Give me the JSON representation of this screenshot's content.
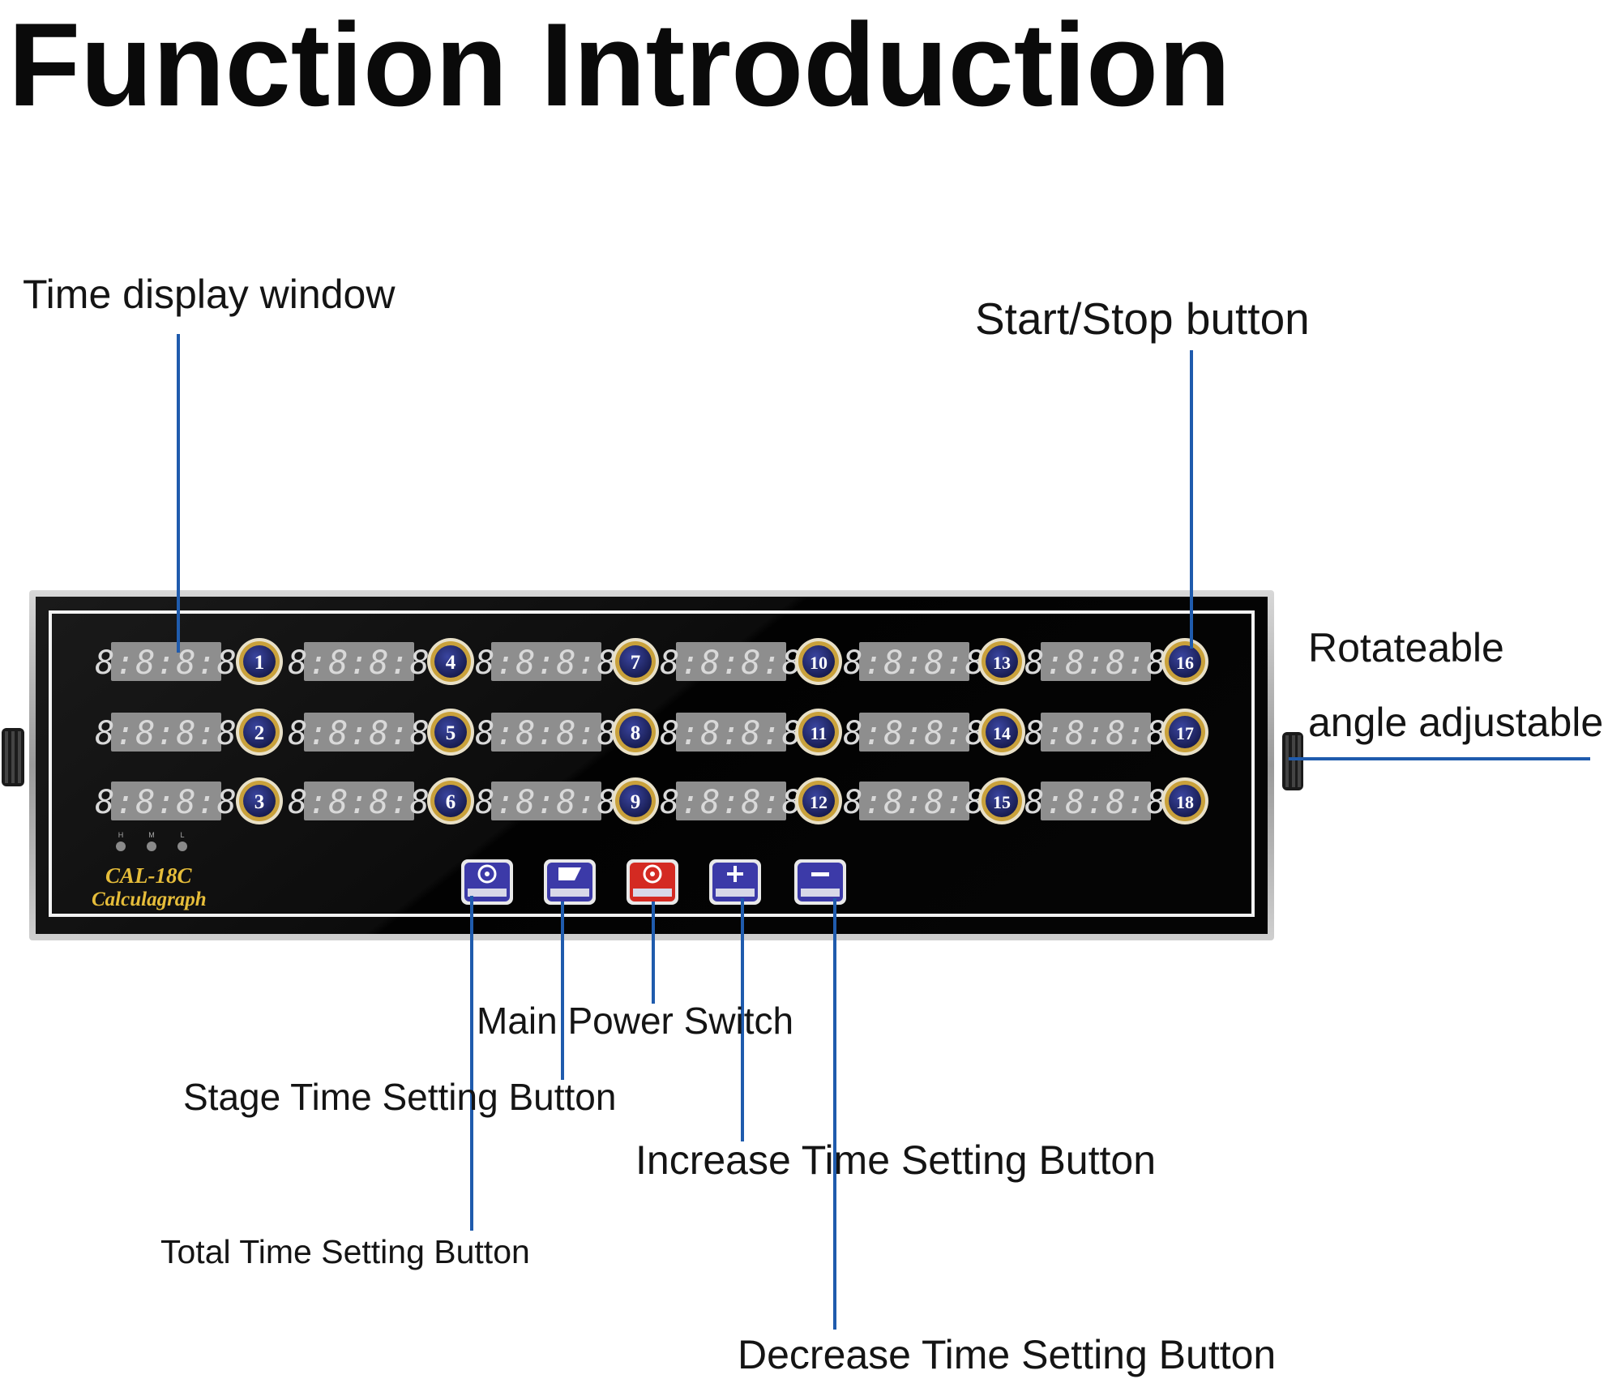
{
  "title": "Function Introduction",
  "callouts": {
    "time_display": "Time display window",
    "start_stop": "Start/Stop button",
    "rotateable_1": "Rotateable",
    "rotateable_2": "angle adjustable",
    "main_power": "Main Power Switch",
    "stage_time": "Stage Time Setting Button",
    "increase_time": "Increase Time Setting Button",
    "total_time": "Total Time Setting Button",
    "decrease_time": "Decrease Time Setting Button"
  },
  "device": {
    "model": "CAL-18C",
    "brand": "Calculagraph",
    "display_placeholder": "8:8:8:8",
    "timer_numbers": [
      [
        "1",
        "4",
        "7",
        "10",
        "13",
        "16"
      ],
      [
        "2",
        "5",
        "8",
        "11",
        "14",
        "17"
      ],
      [
        "3",
        "6",
        "9",
        "12",
        "15",
        "18"
      ]
    ],
    "indicator_leds": [
      "H",
      "M",
      "L"
    ],
    "control_buttons": [
      {
        "name": "total-time-setting-button",
        "icon": "clock-icon",
        "color": "#3c3aa8"
      },
      {
        "name": "stage-time-setting-button",
        "icon": "stage-icon",
        "color": "#3c3aa8"
      },
      {
        "name": "main-power-switch",
        "icon": "power-icon",
        "color": "#d42a22"
      },
      {
        "name": "increase-time-button",
        "icon": "plus-icon",
        "color": "#3c3aa8"
      },
      {
        "name": "decrease-time-button",
        "icon": "minus-icon",
        "color": "#3c3aa8"
      }
    ]
  },
  "colors": {
    "leader_line": "#1f5bad",
    "device_face": "#050505",
    "device_frame": "#b8b8b8",
    "led_window": "#8e8e8e",
    "button_fill": "#232b6b",
    "button_ring": "#c9a13b",
    "brand_text": "#e6bd3a"
  }
}
